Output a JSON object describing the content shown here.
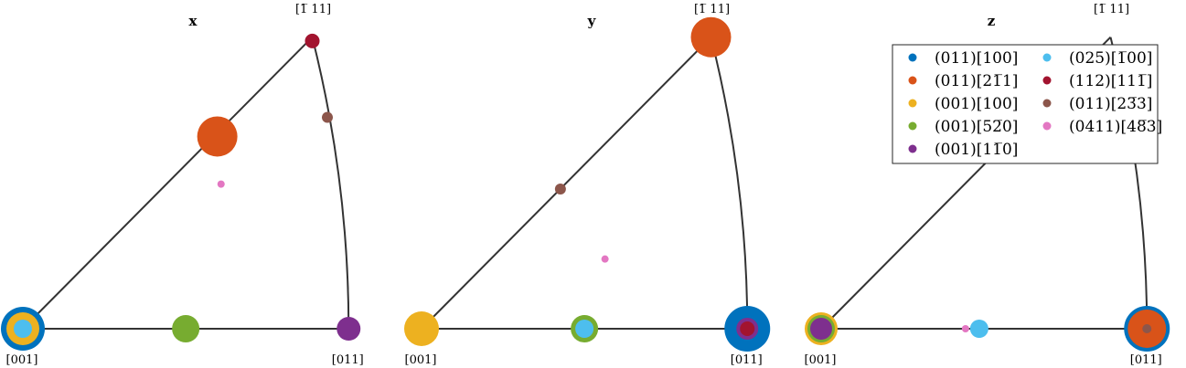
{
  "chart_data": {
    "type": "scatter",
    "description_free": true,
    "corner_labels": {
      "left": "[001]",
      "right": "[011]",
      "top": "[̅1 11]"
    },
    "corner_text": {
      "left": "[001]",
      "right": "[011]",
      "top": "[1̅ 11]"
    },
    "legend": {
      "placement": "top-right of panel z",
      "entries": [
        {
          "label": "(011)[100]",
          "color": "#0072BD"
        },
        {
          "label": "(011)[21̅1]",
          "color": "#D95319"
        },
        {
          "label": "(001)[100]",
          "color": "#EDB120"
        },
        {
          "label": "(001)[52̅0]",
          "color": "#77AC30"
        },
        {
          "label": "(001)[11̅0]",
          "color": "#7E2F8E"
        },
        {
          "label": "(025)[1̅00]",
          "color": "#4DBEEE"
        },
        {
          "label": "(112)[111̅]",
          "color": "#A2142F"
        },
        {
          "label": "(011)[23̅3]",
          "color": "#8C564B"
        },
        {
          "label": "(0411)[48̅3]",
          "color": "#E377C2"
        }
      ]
    },
    "panels": [
      {
        "title": "x",
        "points": [
          {
            "series": 0,
            "u": 0.0,
            "v": 0.0,
            "size": 24
          },
          {
            "series": 2,
            "u": 0.0,
            "v": 0.0,
            "size": 18
          },
          {
            "series": 5,
            "u": 0.0,
            "v": 0.0,
            "size": 10
          },
          {
            "series": 3,
            "u": 0.475,
            "v": 0.0,
            "size": 15
          },
          {
            "series": 4,
            "u": 0.95,
            "v": 0.0,
            "size": 13
          },
          {
            "series": 1,
            "u": 0.567,
            "v": 0.662,
            "size": 22
          },
          {
            "series": 6,
            "u": 0.844,
            "v": 0.991,
            "size": 8
          },
          {
            "series": 7,
            "u": 0.888,
            "v": 0.728,
            "size": 6
          },
          {
            "series": 8,
            "u": 0.578,
            "v": 0.498,
            "size": 4
          }
        ]
      },
      {
        "title": "y",
        "points": [
          {
            "series": 2,
            "u": 0.0,
            "v": 0.0,
            "size": 19
          },
          {
            "series": 3,
            "u": 0.475,
            "v": 0.0,
            "size": 15
          },
          {
            "series": 5,
            "u": 0.475,
            "v": 0.0,
            "size": 10
          },
          {
            "series": 0,
            "u": 0.95,
            "v": 0.0,
            "size": 25
          },
          {
            "series": 4,
            "u": 0.95,
            "v": 0.0,
            "size": 12
          },
          {
            "series": 6,
            "u": 0.95,
            "v": 0.0,
            "size": 8
          },
          {
            "series": 1,
            "u": 0.844,
            "v": 1.004,
            "size": 22
          },
          {
            "series": 7,
            "u": 0.405,
            "v": 0.481,
            "size": 6
          },
          {
            "series": 8,
            "u": 0.535,
            "v": 0.24,
            "size": 4
          }
        ]
      },
      {
        "title": "z",
        "points": [
          {
            "series": 2,
            "u": 0.0,
            "v": 0.0,
            "size": 18
          },
          {
            "series": 3,
            "u": 0.0,
            "v": 0.0,
            "size": 15
          },
          {
            "series": 4,
            "u": 0.0,
            "v": 0.0,
            "size": 12
          },
          {
            "series": 8,
            "u": 0.421,
            "v": 0.0,
            "size": 4
          },
          {
            "series": 5,
            "u": 0.461,
            "v": 0.0,
            "size": 10
          },
          {
            "series": 0,
            "u": 0.95,
            "v": 0.0,
            "size": 25
          },
          {
            "series": 1,
            "u": 0.95,
            "v": 0.0,
            "size": 21
          },
          {
            "series": 7,
            "u": 0.95,
            "v": 0.0,
            "size": 5
          }
        ]
      }
    ]
  }
}
